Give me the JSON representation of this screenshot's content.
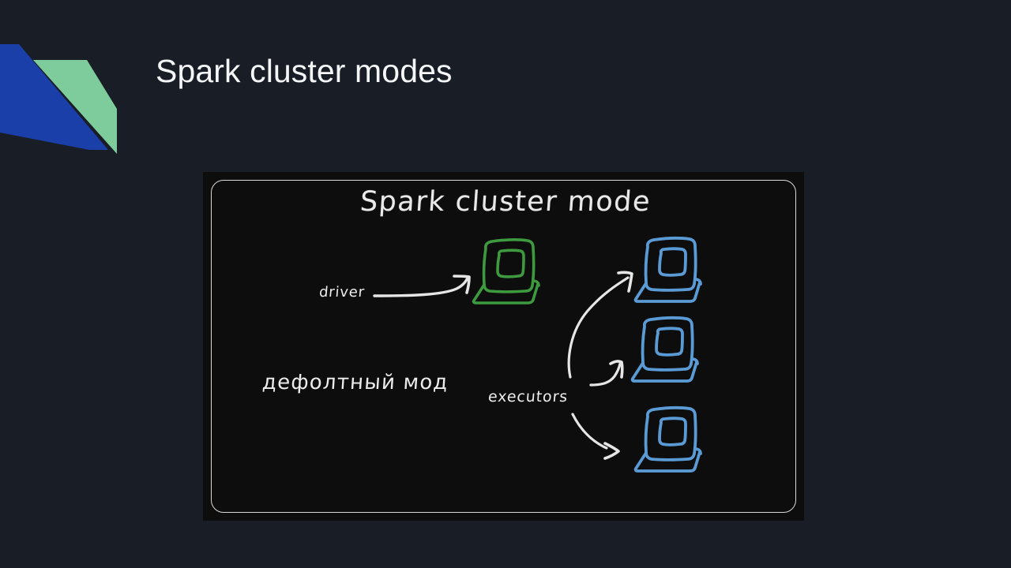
{
  "slide": {
    "background_color": "#181d26",
    "title": "Spark cluster modes"
  },
  "logo": {
    "name": "brand-logo",
    "blue_color": "#1a3fa8",
    "green_color": "#7ecb9b"
  },
  "panel": {
    "background_color": "#0d0d0d",
    "border_color": "#d8d8d8",
    "diagram_title": "Spark cluster mode",
    "labels": {
      "driver": "driver",
      "default_mode": "дефолтный мод",
      "executors": "executors"
    },
    "nodes": {
      "driver_laptop": {
        "role": "driver",
        "color": "#3d9a3f",
        "count": 1
      },
      "executor_laptops": {
        "role": "executor",
        "color": "#5b9bd5",
        "count": 3
      }
    },
    "arrow_color": "#e6e6e6",
    "arrows": [
      {
        "from": "driver",
        "to": "driver-laptop"
      },
      {
        "from": "executors",
        "to": "executor-laptop-1"
      },
      {
        "from": "executors",
        "to": "executor-laptop-2"
      },
      {
        "from": "executors",
        "to": "executor-laptop-3"
      }
    ]
  }
}
